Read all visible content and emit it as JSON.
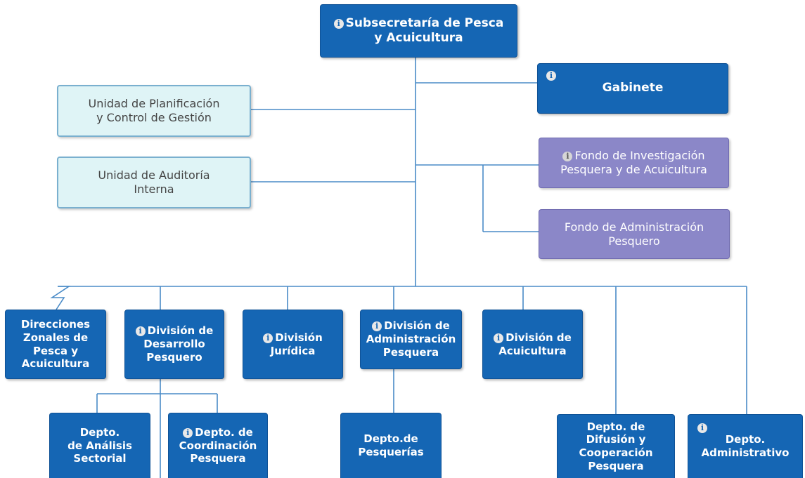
{
  "org_chart": {
    "root": {
      "label": "Subsecretaría de Pesca\ny Acuicultura",
      "icon": "info-icon"
    },
    "staff": {
      "planificacion": {
        "label": "Unidad de Planificación\ny Control de Gestión"
      },
      "auditoria": {
        "label": "Unidad de Auditoría\nInterna"
      },
      "gabinete": {
        "label": "Gabinete",
        "icon": "info-icon"
      },
      "fondo_investigacion": {
        "label": "Fondo de Investigación\nPesquera y de Acuicultura",
        "icon": "info-icon"
      },
      "fondo_administracion": {
        "label": "Fondo de Administración\nPesquero"
      }
    },
    "divisions": {
      "direcciones": {
        "label": "Direcciones\nZonales de\nPesca y\nAcuicultura"
      },
      "desarrollo": {
        "label": "División de\nDesarrollo\nPesquero",
        "icon": "info-icon"
      },
      "juridica": {
        "label": "División\nJurídica",
        "icon": "info-icon"
      },
      "administracion": {
        "label": "División de\nAdministración\nPesquera",
        "icon": "info-icon"
      },
      "acuicultura": {
        "label": "División de\nAcuicultura",
        "icon": "info-icon"
      }
    },
    "departments": {
      "analisis": {
        "label": "Depto.\nde Análisis\nSectorial"
      },
      "coordinacion": {
        "label": "Depto. de\nCoordinación\nPesquera",
        "icon": "info-icon"
      },
      "pesquerias": {
        "label": "Depto.de\nPesquerías"
      },
      "difusion": {
        "label": "Depto. de\nDifusión y\nCooperación\nPesquera"
      },
      "administrativo": {
        "label": "Depto.\nAdministrativo",
        "icon": "info-icon"
      }
    },
    "colors": {
      "primary_box": "#1566b4",
      "staff_box": "#dff4f6",
      "fund_box": "#8b87c8",
      "connector": "#4a8bc7"
    }
  }
}
